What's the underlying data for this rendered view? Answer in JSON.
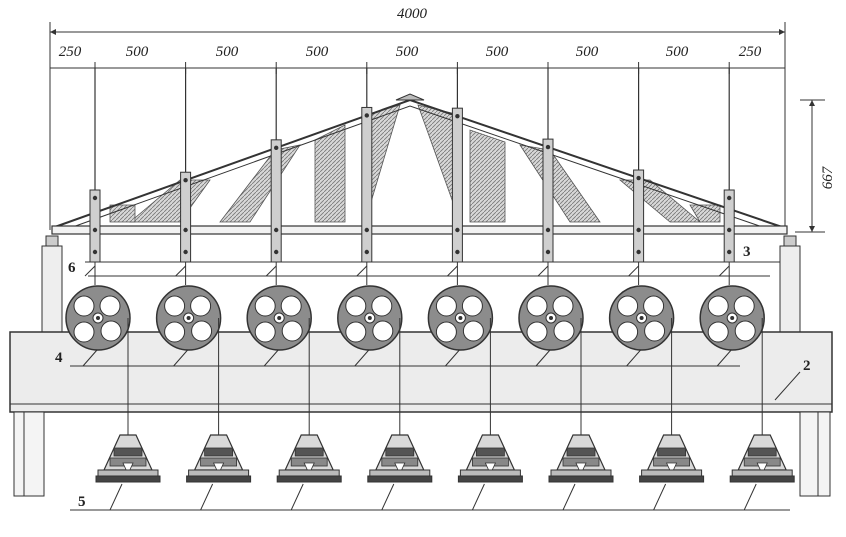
{
  "dimensions": {
    "overall": "4000",
    "segments": [
      "250",
      "500",
      "500",
      "500",
      "500",
      "500",
      "500",
      "500",
      "250"
    ],
    "height": "667"
  },
  "callouts": [
    "2",
    "3",
    "4",
    "5",
    "6"
  ],
  "colors": {
    "ink": "#333333",
    "hatch": "#9a9a9a",
    "wheel_fill": "#8c8c8c",
    "weight_dark": "#555555",
    "beam_fill": "#e6e6e6"
  },
  "units": {
    "hanger_count": 8,
    "wheel_count": 8,
    "weight_count": 8
  }
}
